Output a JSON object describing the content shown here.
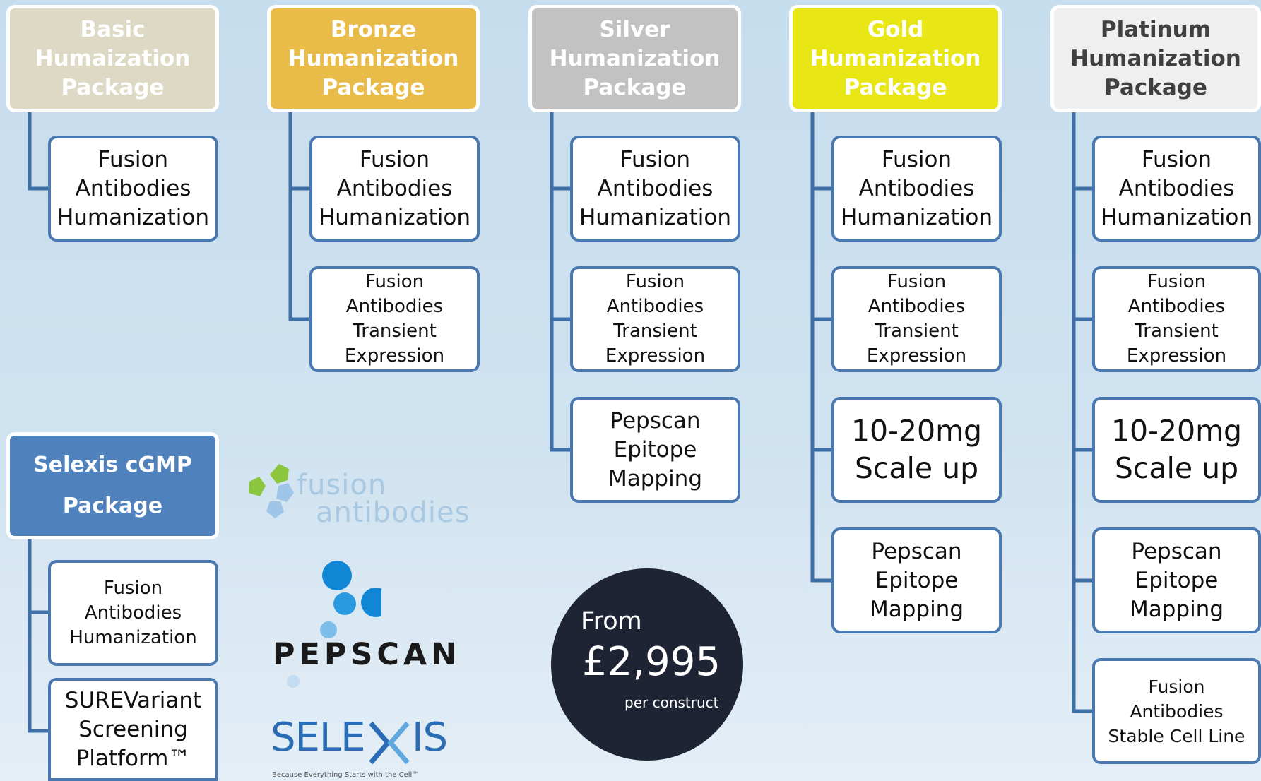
{
  "colors": {
    "connector": "#3f6fa7",
    "item_border": "#4a78b0",
    "basic": "#ddd9c4",
    "bronze": "#e9bc49",
    "silver": "#c2c2c2",
    "gold": "#e8e615",
    "platinum": "#efefef",
    "selexis": "#4f81bd",
    "price_circle": "#1f2435"
  },
  "packages": {
    "basic": {
      "title": "Basic\nHumaization\nPackage",
      "items": [
        "Fusion\nAntibodies\nHumanization"
      ]
    },
    "bronze": {
      "title": "Bronze\nHumanization\nPackage",
      "items": [
        "Fusion\nAntibodies\nHumanization",
        "Fusion\nAntibodies\nTransient\nExpression"
      ]
    },
    "silver": {
      "title": "Silver\nHumanization\nPackage",
      "items": [
        "Fusion\nAntibodies\nHumanization",
        "Fusion\nAntibodies\nTransient\nExpression",
        "Pepscan\nEpitope\nMapping"
      ]
    },
    "gold": {
      "title": "Gold\nHumanization\nPackage",
      "items": [
        "Fusion\nAntibodies\nHumanization",
        "Fusion\nAntibodies\nTransient\nExpression",
        "10-20mg\nScale up",
        "Pepscan\nEpitope\nMapping"
      ]
    },
    "platinum": {
      "title": "Platinum\nHumanization\nPackage",
      "items": [
        "Fusion\nAntibodies\nHumanization",
        "Fusion\nAntibodies\nTransient\nExpression",
        "10-20mg\nScale up",
        "Pepscan\nEpitope\nMapping",
        "Fusion\nAntibodies\nStable Cell Line"
      ]
    },
    "selexis": {
      "title": "Selexis cGMP\nPackage",
      "items": [
        "Fusion\nAntibodies\nHumanization",
        "SUREVariant\nScreening\nPlatform™"
      ]
    }
  },
  "logos": {
    "fusion": {
      "line1": "fusion",
      "line2": "antibodies"
    },
    "pepscan": "PEPSCAN",
    "selexis": {
      "name_left": "SELE",
      "name_right": "IS",
      "tagline": "Because Everything Starts with the Cell™"
    }
  },
  "price": {
    "from": "From",
    "amount": "£2,995",
    "unit": "per construct"
  }
}
